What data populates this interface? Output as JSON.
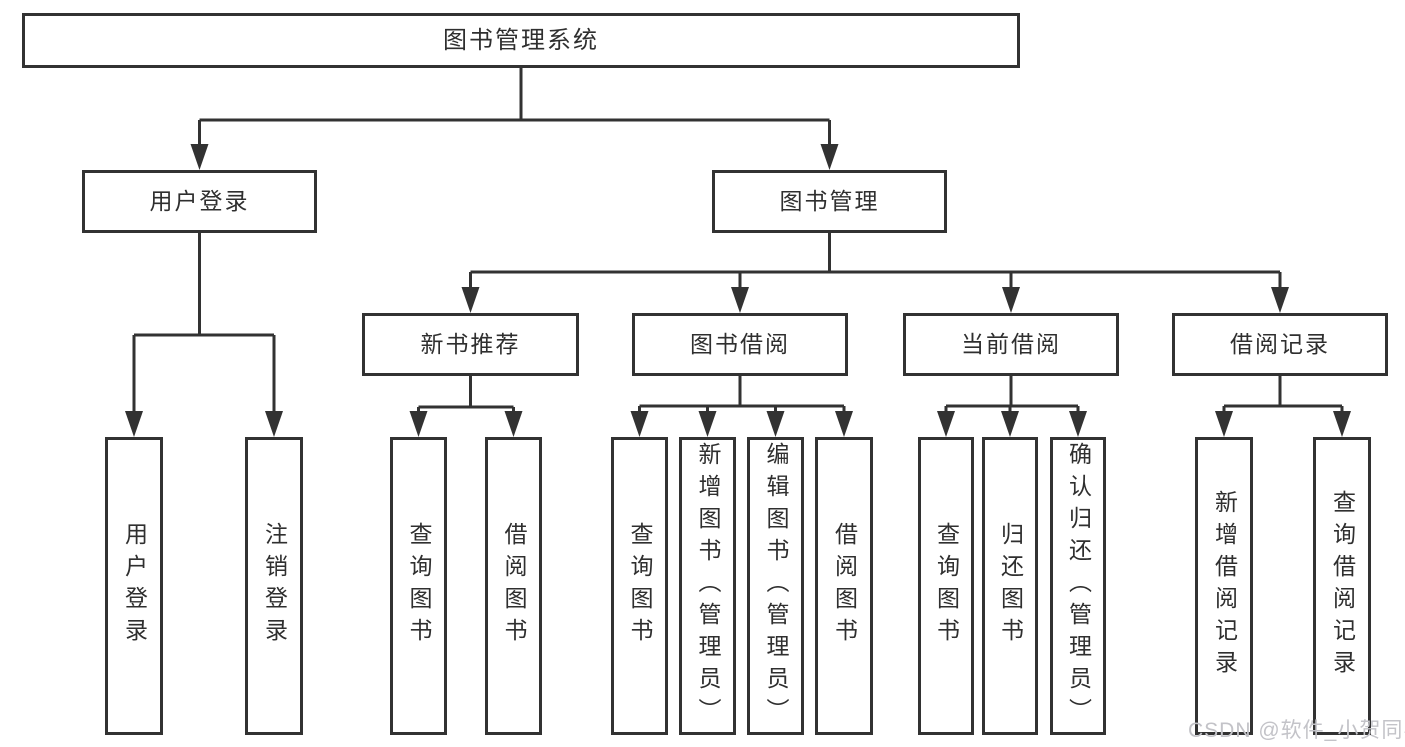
{
  "tree": {
    "root": {
      "label": "图书管理系统",
      "children": [
        {
          "label": "用户登录",
          "children": [
            {
              "label": "用户登录"
            },
            {
              "label": "注销登录"
            }
          ]
        },
        {
          "label": "图书管理",
          "children": [
            {
              "label": "新书推荐",
              "children": [
                {
                  "label": "查询图书"
                },
                {
                  "label": "借阅图书"
                }
              ]
            },
            {
              "label": "图书借阅",
              "children": [
                {
                  "label": "查询图书"
                },
                {
                  "label": "新增图书（管理员）"
                },
                {
                  "label": "编辑图书（管理员）"
                },
                {
                  "label": "借阅图书"
                }
              ]
            },
            {
              "label": "当前借阅",
              "children": [
                {
                  "label": "查询图书"
                },
                {
                  "label": "归还图书"
                },
                {
                  "label": "确认归还（管理员）"
                }
              ]
            },
            {
              "label": "借阅记录",
              "children": [
                {
                  "label": "新增借阅记录"
                },
                {
                  "label": "查询借阅记录"
                }
              ]
            }
          ]
        }
      ]
    }
  },
  "watermark": {
    "text": "CSDN @软件_小贺同学"
  },
  "colors": {
    "line": "#323232",
    "box_border": "#323232",
    "text": "#2f2f2f",
    "background": "#ffffff",
    "watermark": "#c3c3c8"
  }
}
